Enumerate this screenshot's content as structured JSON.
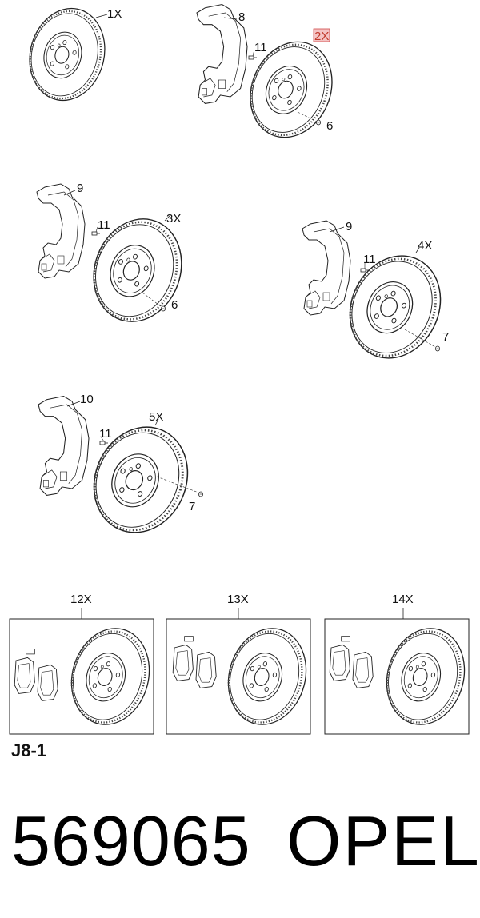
{
  "callouts": {
    "disc_1": "1X",
    "disc_2": "2X",
    "disc_3": "3X",
    "disc_4": "4X",
    "disc_5": "5X",
    "shield_8": "8",
    "shield_9a": "9",
    "shield_9b": "9",
    "shield_10": "10",
    "bolt_11a": "11",
    "bolt_11b": "11",
    "bolt_11c": "11",
    "bolt_11d": "11",
    "screw_6a": "6",
    "screw_6b": "6",
    "screw_7a": "7",
    "screw_7b": "7"
  },
  "kits": [
    {
      "label": "12X"
    },
    {
      "label": "13X"
    },
    {
      "label": "14X"
    }
  ],
  "highlight_color": "#e8a0a0",
  "page_code": "J8-1",
  "part_number": "569065",
  "brand": "OPEL"
}
